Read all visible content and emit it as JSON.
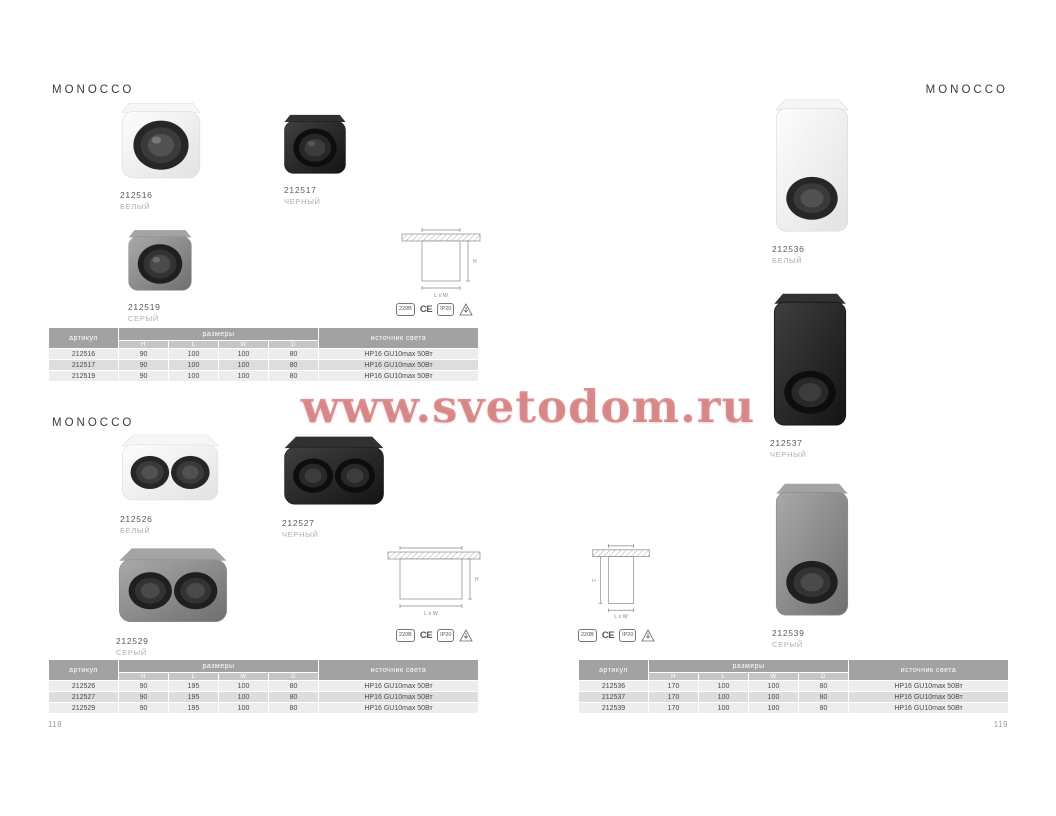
{
  "watermark": "www.svetodom.ru",
  "cert_icons": {
    "voltage": "220В",
    "ce": "CE",
    "ip": "IP20"
  },
  "table_headers": {
    "article": "артикул",
    "dimensions": "размеры",
    "source": "источник света",
    "dims": [
      "H",
      "L",
      "W",
      "D"
    ]
  },
  "drawing_labels": {
    "height": "H",
    "base": "L x W"
  },
  "left_page": {
    "page_number": "118",
    "section1": {
      "title": "MONOCCO",
      "products": [
        {
          "article": "212516",
          "color": "БЕЛЫЙ"
        },
        {
          "article": "212517",
          "color": "ЧЕРНЫЙ"
        },
        {
          "article": "212519",
          "color": "СЕРЫЙ"
        }
      ],
      "table": {
        "rows": [
          {
            "article": "212516",
            "h": "90",
            "l": "100",
            "w": "100",
            "d": "80",
            "source": "HP16 GU10max 50Вт"
          },
          {
            "article": "212517",
            "h": "90",
            "l": "100",
            "w": "100",
            "d": "80",
            "source": "HP16 GU10max 50Вт"
          },
          {
            "article": "212519",
            "h": "90",
            "l": "100",
            "w": "100",
            "d": "80",
            "source": "HP16 GU10max 50Вт"
          }
        ]
      }
    },
    "section2": {
      "title": "MONOCCO",
      "products": [
        {
          "article": "212526",
          "color": "БЕЛЫЙ"
        },
        {
          "article": "212527",
          "color": "ЧЕРНЫЙ"
        },
        {
          "article": "212529",
          "color": "СЕРЫЙ"
        }
      ],
      "table": {
        "rows": [
          {
            "article": "212526",
            "h": "90",
            "l": "195",
            "w": "100",
            "d": "80",
            "source": "HP16 GU10max 50Вт"
          },
          {
            "article": "212527",
            "h": "90",
            "l": "195",
            "w": "100",
            "d": "80",
            "source": "HP16 GU10max 50Вт"
          },
          {
            "article": "212529",
            "h": "90",
            "l": "195",
            "w": "100",
            "d": "80",
            "source": "HP16 GU10max 50Вт"
          }
        ]
      }
    }
  },
  "right_page": {
    "page_number": "119",
    "title": "MONOCCO",
    "products": [
      {
        "article": "212536",
        "color": "БЕЛЫЙ"
      },
      {
        "article": "212537",
        "color": "ЧЕРНЫЙ"
      },
      {
        "article": "212539",
        "color": "СЕРЫЙ"
      }
    ],
    "table": {
      "rows": [
        {
          "article": "212536",
          "h": "170",
          "l": "100",
          "w": "100",
          "d": "80",
          "source": "HP16 GU10max 50Вт"
        },
        {
          "article": "212537",
          "h": "170",
          "l": "100",
          "w": "100",
          "d": "80",
          "source": "HP16 GU10max 50Вт"
        },
        {
          "article": "212539",
          "h": "170",
          "l": "100",
          "w": "100",
          "d": "80",
          "source": "HP16 GU10max 50Вт"
        }
      ]
    }
  }
}
